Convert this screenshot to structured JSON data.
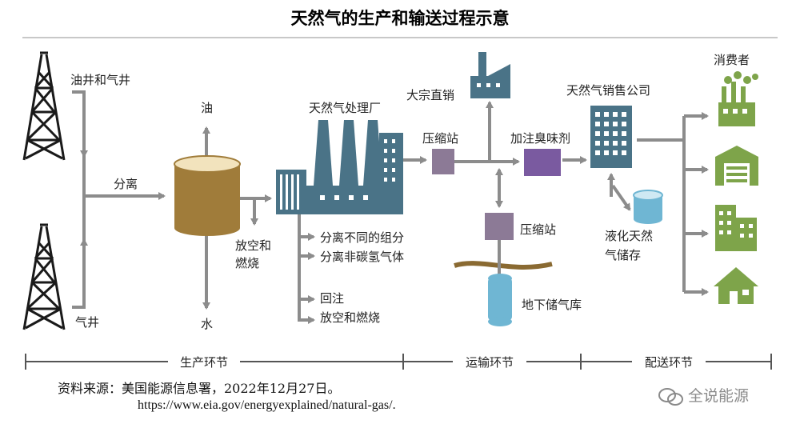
{
  "title": "天然气的生产和输送过程示意",
  "labels": {
    "oil_gas_well": "油井和气井",
    "gas_well": "气井",
    "separation": "分离",
    "oil": "油",
    "water": "水",
    "vent_flare": [
      "放空和",
      "燃烧"
    ],
    "processing_plant": "天然气处理厂",
    "proc_outputs": [
      "分离不同的组分",
      "分离非碳氢气体"
    ],
    "reinject": [
      "回注",
      "放空和燃烧"
    ],
    "bulk_sales": "大宗直销",
    "compressor1": "压缩站",
    "odorant": "加注臭味剂",
    "compressor2": "压缩站",
    "underground_storage": "地下储气库",
    "distribution_company": "天然气销售公司",
    "lng_storage": [
      "液化天然",
      "气储存"
    ],
    "consumers": "消费者"
  },
  "segments": {
    "production": "生产环节",
    "transport": "运输环节",
    "distribution": "配送环节"
  },
  "source": {
    "line1": "资料来源：美国能源信息署，2022年12月27日。",
    "line2": "https://www.eia.gov/energyexplained/natural-gas/."
  },
  "watermark": "全说能源",
  "colors": {
    "arrow": "#8c8c8c",
    "tank": "#a07c3a",
    "plant": "#4a7387",
    "compressor": "#8c7a96",
    "odorant": "#7a5aa0",
    "storage": "#6fb6d3",
    "consumer": "#7ea44a",
    "pipe": "#8a6a32"
  }
}
